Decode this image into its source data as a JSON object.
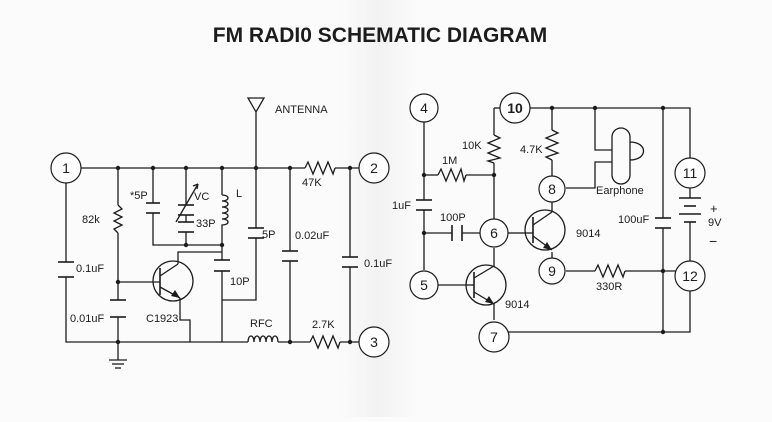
{
  "title": "FM RADI0 SCHEMATIC DIAGRAM",
  "nodes": [
    {
      "id": "n1",
      "label": "1"
    },
    {
      "id": "n2",
      "label": "2"
    },
    {
      "id": "n3",
      "label": "3"
    },
    {
      "id": "n4",
      "label": "4"
    },
    {
      "id": "n5",
      "label": "5"
    },
    {
      "id": "n6",
      "label": "6"
    },
    {
      "id": "n7",
      "label": "7"
    },
    {
      "id": "n8",
      "label": "8"
    },
    {
      "id": "n9",
      "label": "9"
    },
    {
      "id": "n10",
      "label": "10"
    },
    {
      "id": "n11",
      "label": "11"
    },
    {
      "id": "n12",
      "label": "12"
    }
  ],
  "labels": {
    "antenna": "ANTENNA",
    "r_82k": "82k",
    "c_5p_star": "*5P",
    "vc": "VC",
    "c_33p": "33P",
    "inductor_l": "L",
    "c_5p": "5P",
    "c_10p": "10P",
    "c_002uf": "0.02uF",
    "r_47k": "47K",
    "c_01uf_right": "0.1uF",
    "c_01uf_left": "0.1uF",
    "c_001uf": "0.01uF",
    "transistor_c1923": "C1923",
    "rfc": "RFC",
    "r_27k": "2.7K",
    "c_1uf": "1uF",
    "r_1m": "1M",
    "r_10k": "10K",
    "r_47k_small": "4.7K",
    "earphone": "Earphone",
    "c_100p": "100P",
    "transistor_9014_top": "9014",
    "transistor_9014_bottom": "9014",
    "r_330r": "330R",
    "c_100uf": "100uF",
    "battery_plus": "+",
    "battery_voltage": "9V",
    "battery_minus": "−"
  }
}
